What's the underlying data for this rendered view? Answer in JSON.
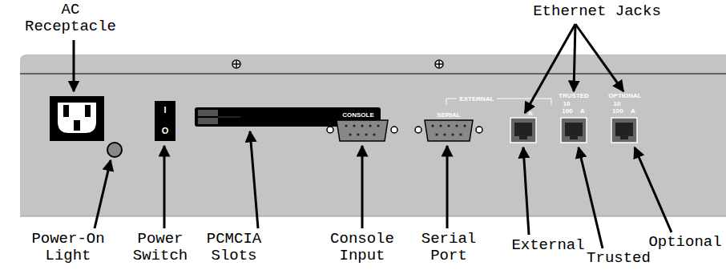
{
  "diagram": {
    "labels": [
      "AC Receptacle",
      "Ethernet Jacks",
      "I",
      "O",
      "CONSOLE",
      "SERIAL",
      "EXTERNAL",
      "A",
      "TRUSTED",
      "10",
      "100",
      "A",
      "OPTIONAL",
      "10",
      "100",
      "A",
      "Power-On Light",
      "Power Switch",
      "PCMCIA Slots",
      "Console Input",
      "Serial Port",
      "External",
      "Trusted",
      "Optional"
    ]
  }
}
